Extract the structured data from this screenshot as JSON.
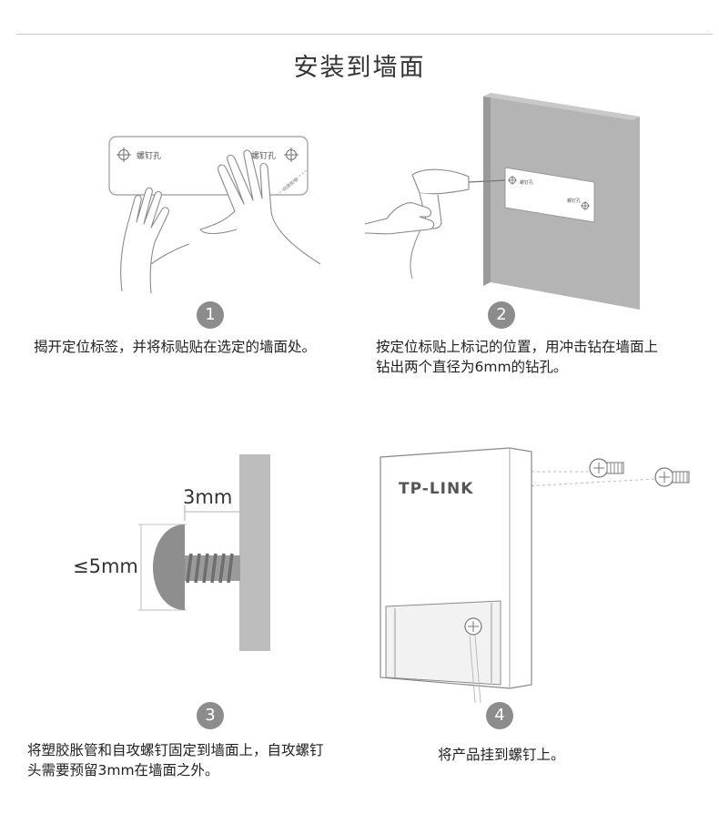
{
  "title": "安装到墙面",
  "steps": [
    {
      "num": "1",
      "desc": "揭开定位标签，并将标贴贴在选定的墙面处。"
    },
    {
      "num": "2",
      "desc_line1": "按定位标贴上标记的位置，用冲击钻在墙面上",
      "desc_line2": "钻出两个直径为6mm的钻孔。"
    },
    {
      "num": "3",
      "desc_line1": "将塑胶胀管和自攻螺钉固定到墙面上，自攻螺钉",
      "desc_line2": "头需要预留3mm在墙面之外。"
    },
    {
      "num": "4",
      "desc": "将产品挂到螺钉上。"
    }
  ],
  "label": {
    "screw_hole": "螺钉孔",
    "sticker_corner": "此面贴墙",
    "gap": "3mm",
    "head_size": "≤5mm",
    "brand": "TP-LINK"
  }
}
